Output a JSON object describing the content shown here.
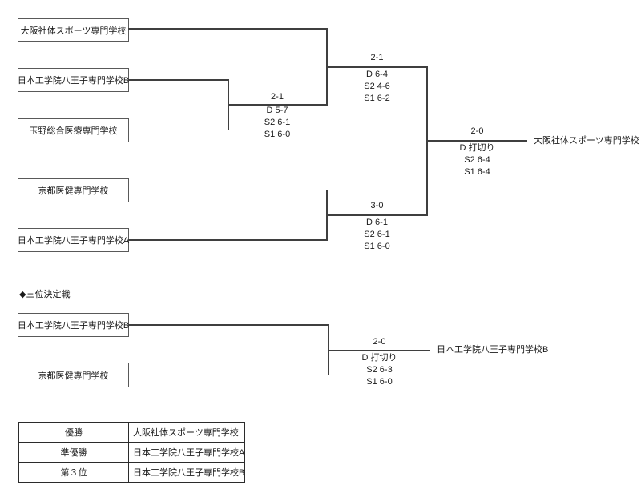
{
  "colors": {
    "background": "#ffffff",
    "winner_line": "#3f3f3f",
    "loser_line": "#777777",
    "box_border": "#595959",
    "text": "#1a1a1a"
  },
  "bracket": {
    "teams": {
      "a1": "大阪社体スポーツ専門学校",
      "a2": "日本工学院八王子専門学校B",
      "a3": "玉野総合医療専門学校",
      "b1": "京都医健専門学校",
      "b2": "日本工学院八王子専門学校A"
    },
    "round1": {
      "score": "2-1",
      "games": [
        "D 5-7",
        "S2 6-1",
        "S1 6-0"
      ]
    },
    "semifinal_top": {
      "score": "2-1",
      "games": [
        "D 6-4",
        "S2 4-6",
        "S1 6-2"
      ]
    },
    "semifinal_bottom": {
      "score": "3-0",
      "games": [
        "D 6-1",
        "S2 6-1",
        "S1 6-0"
      ]
    },
    "final": {
      "score": "2-0",
      "games": [
        "D 打切り",
        "S2 6-4",
        "S1 6-4"
      ],
      "winner": "大阪社体スポーツ専門学校"
    }
  },
  "third_place": {
    "heading": "◆三位決定戦",
    "teams": {
      "t1": "日本工学院八王子専門学校B",
      "t2": "京都医健専門学校"
    },
    "match": {
      "score": "2-0",
      "games": [
        "D 打切り",
        "S2 6-3",
        "S1 6-0"
      ],
      "winner": "日本工学院八王子専門学校B"
    }
  },
  "results": {
    "rows": [
      {
        "rank": "優勝",
        "team": "大阪社体スポーツ専門学校"
      },
      {
        "rank": "準優勝",
        "team": "日本工学院八王子専門学校A"
      },
      {
        "rank": "第３位",
        "team": "日本工学院八王子専門学校B"
      }
    ]
  }
}
